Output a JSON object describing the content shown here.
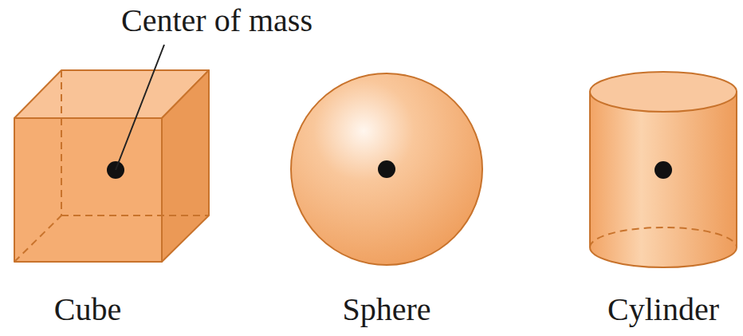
{
  "diagram": {
    "labels": [
      "Center of mass",
      "Cube",
      "Sphere",
      "Cylinder"
    ]
  }
}
